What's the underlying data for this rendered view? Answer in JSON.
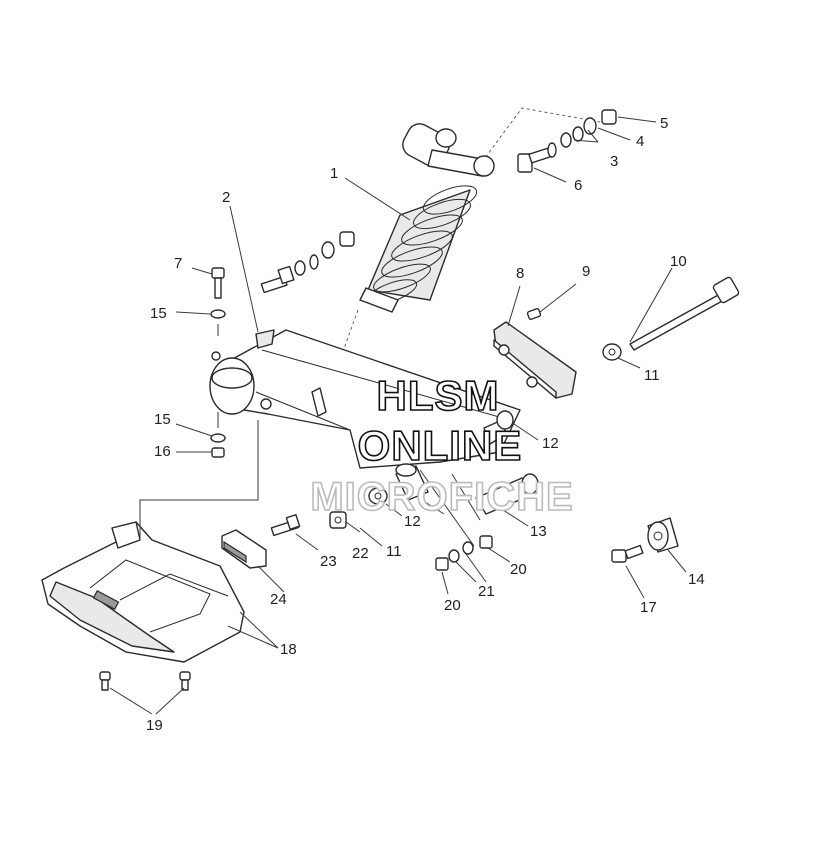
{
  "watermark": {
    "line1": "HLSM",
    "line2": "ONLINE",
    "line3": "MICROFICHE"
  },
  "callouts": {
    "c1": "1",
    "c2": "2",
    "c3": "3",
    "c4": "4",
    "c5": "5",
    "c6": "6",
    "c7": "7",
    "c8": "8",
    "c9": "9",
    "c10": "10",
    "c11a": "11",
    "c11b": "11",
    "c12a": "12",
    "c12b": "12",
    "c13": "13",
    "c14": "14",
    "c15a": "15",
    "c15b": "15",
    "c16": "16",
    "c17": "17",
    "c18": "18",
    "c19": "19",
    "c20a": "20",
    "c20b": "20",
    "c21": "21",
    "c22": "22",
    "c23": "23",
    "c24": "24"
  }
}
